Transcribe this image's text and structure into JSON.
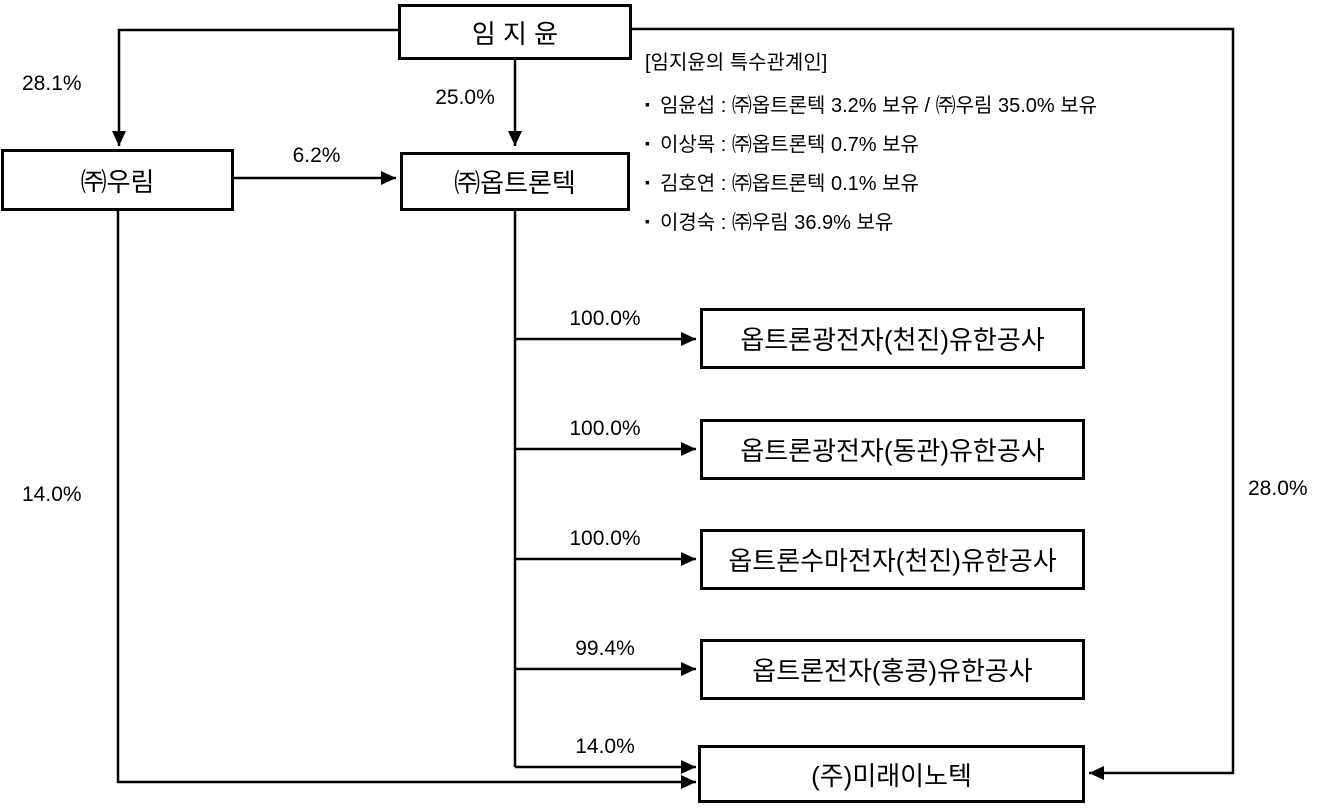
{
  "colors": {
    "background": "#ffffff",
    "ink": "#000000"
  },
  "nodes": [
    {
      "id": "person",
      "label": "임 지 윤"
    },
    {
      "id": "woorim",
      "label": "㈜우림"
    },
    {
      "id": "optrontec",
      "label": "㈜옵트론텍"
    },
    {
      "id": "sub-tianjin",
      "label": "옵트론광전자(천진)유한공사"
    },
    {
      "id": "sub-dongguan",
      "label": "옵트론광전자(동관)유한공사"
    },
    {
      "id": "sub-suma",
      "label": "옵트론수마전자(천진)유한공사"
    },
    {
      "id": "sub-hongkong",
      "label": "옵트론전자(홍콩)유한공사"
    },
    {
      "id": "mirae",
      "label": "(주)미래이노텍"
    }
  ],
  "edge_labels": [
    {
      "id": "person-to-woorim",
      "text": "28.1%"
    },
    {
      "id": "person-to-optrontec",
      "text": "25.0%"
    },
    {
      "id": "woorim-to-optrontec",
      "text": "6.2%"
    },
    {
      "id": "optrontec-to-tianjin",
      "text": "100.0%"
    },
    {
      "id": "optrontec-to-dongguan",
      "text": "100.0%"
    },
    {
      "id": "optrontec-to-suma",
      "text": "100.0%"
    },
    {
      "id": "optrontec-to-hongkong",
      "text": "99.4%"
    },
    {
      "id": "optrontec-to-mirae",
      "text": "14.0%"
    },
    {
      "id": "woorim-to-mirae",
      "text": "14.0%"
    },
    {
      "id": "person-to-mirae",
      "text": "28.0%"
    }
  ],
  "note": {
    "bullet": "▪",
    "title": "[임지윤의 특수관계인]",
    "items": [
      "임윤섭 : ㈜옵트론텍 3.2% 보유 / ㈜우림 35.0% 보유",
      "이상목 : ㈜옵트론텍 0.7% 보유",
      "김호연 : ㈜옵트론텍 0.1% 보유",
      "이경숙 : ㈜우림 36.9% 보유"
    ]
  }
}
